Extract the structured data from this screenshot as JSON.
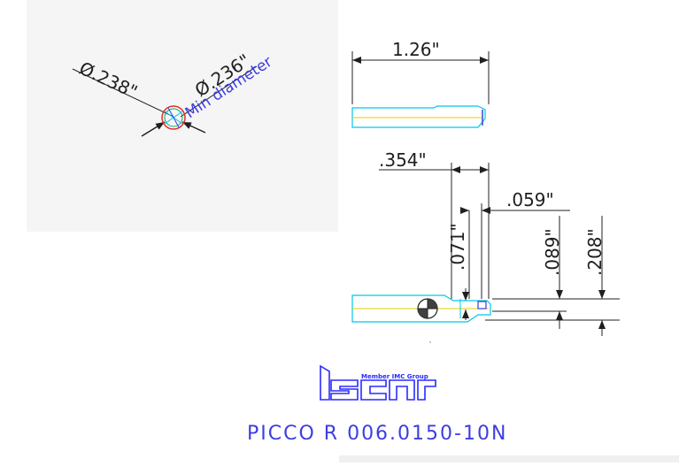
{
  "drawing": {
    "title": "PICCO R 006.0150-10N",
    "logo": {
      "tagline": "Member IMC Group",
      "wordmark": "iscar"
    },
    "detail_view": {
      "dim_outer": "Ø.238\"",
      "dim_inner": "Ø.236\"",
      "note": "Min diameter"
    },
    "top_view": {
      "length": "1.26\""
    },
    "side_view": {
      "reach": ".354\"",
      "width": ".059\"",
      "depth_a": ".071\"",
      "depth_b": ".089\"",
      "depth_c": ".208\""
    }
  },
  "colors": {
    "background": "#ffffff",
    "panel_gray": "#f5f5f5",
    "outline_cyan": "#00c8e8",
    "centerline_yellow": "#e0d000",
    "dimension_black": "#202020",
    "text_blue": "#3e3ee0",
    "circle_red": "#e03030",
    "circle_green": "#00b060"
  }
}
